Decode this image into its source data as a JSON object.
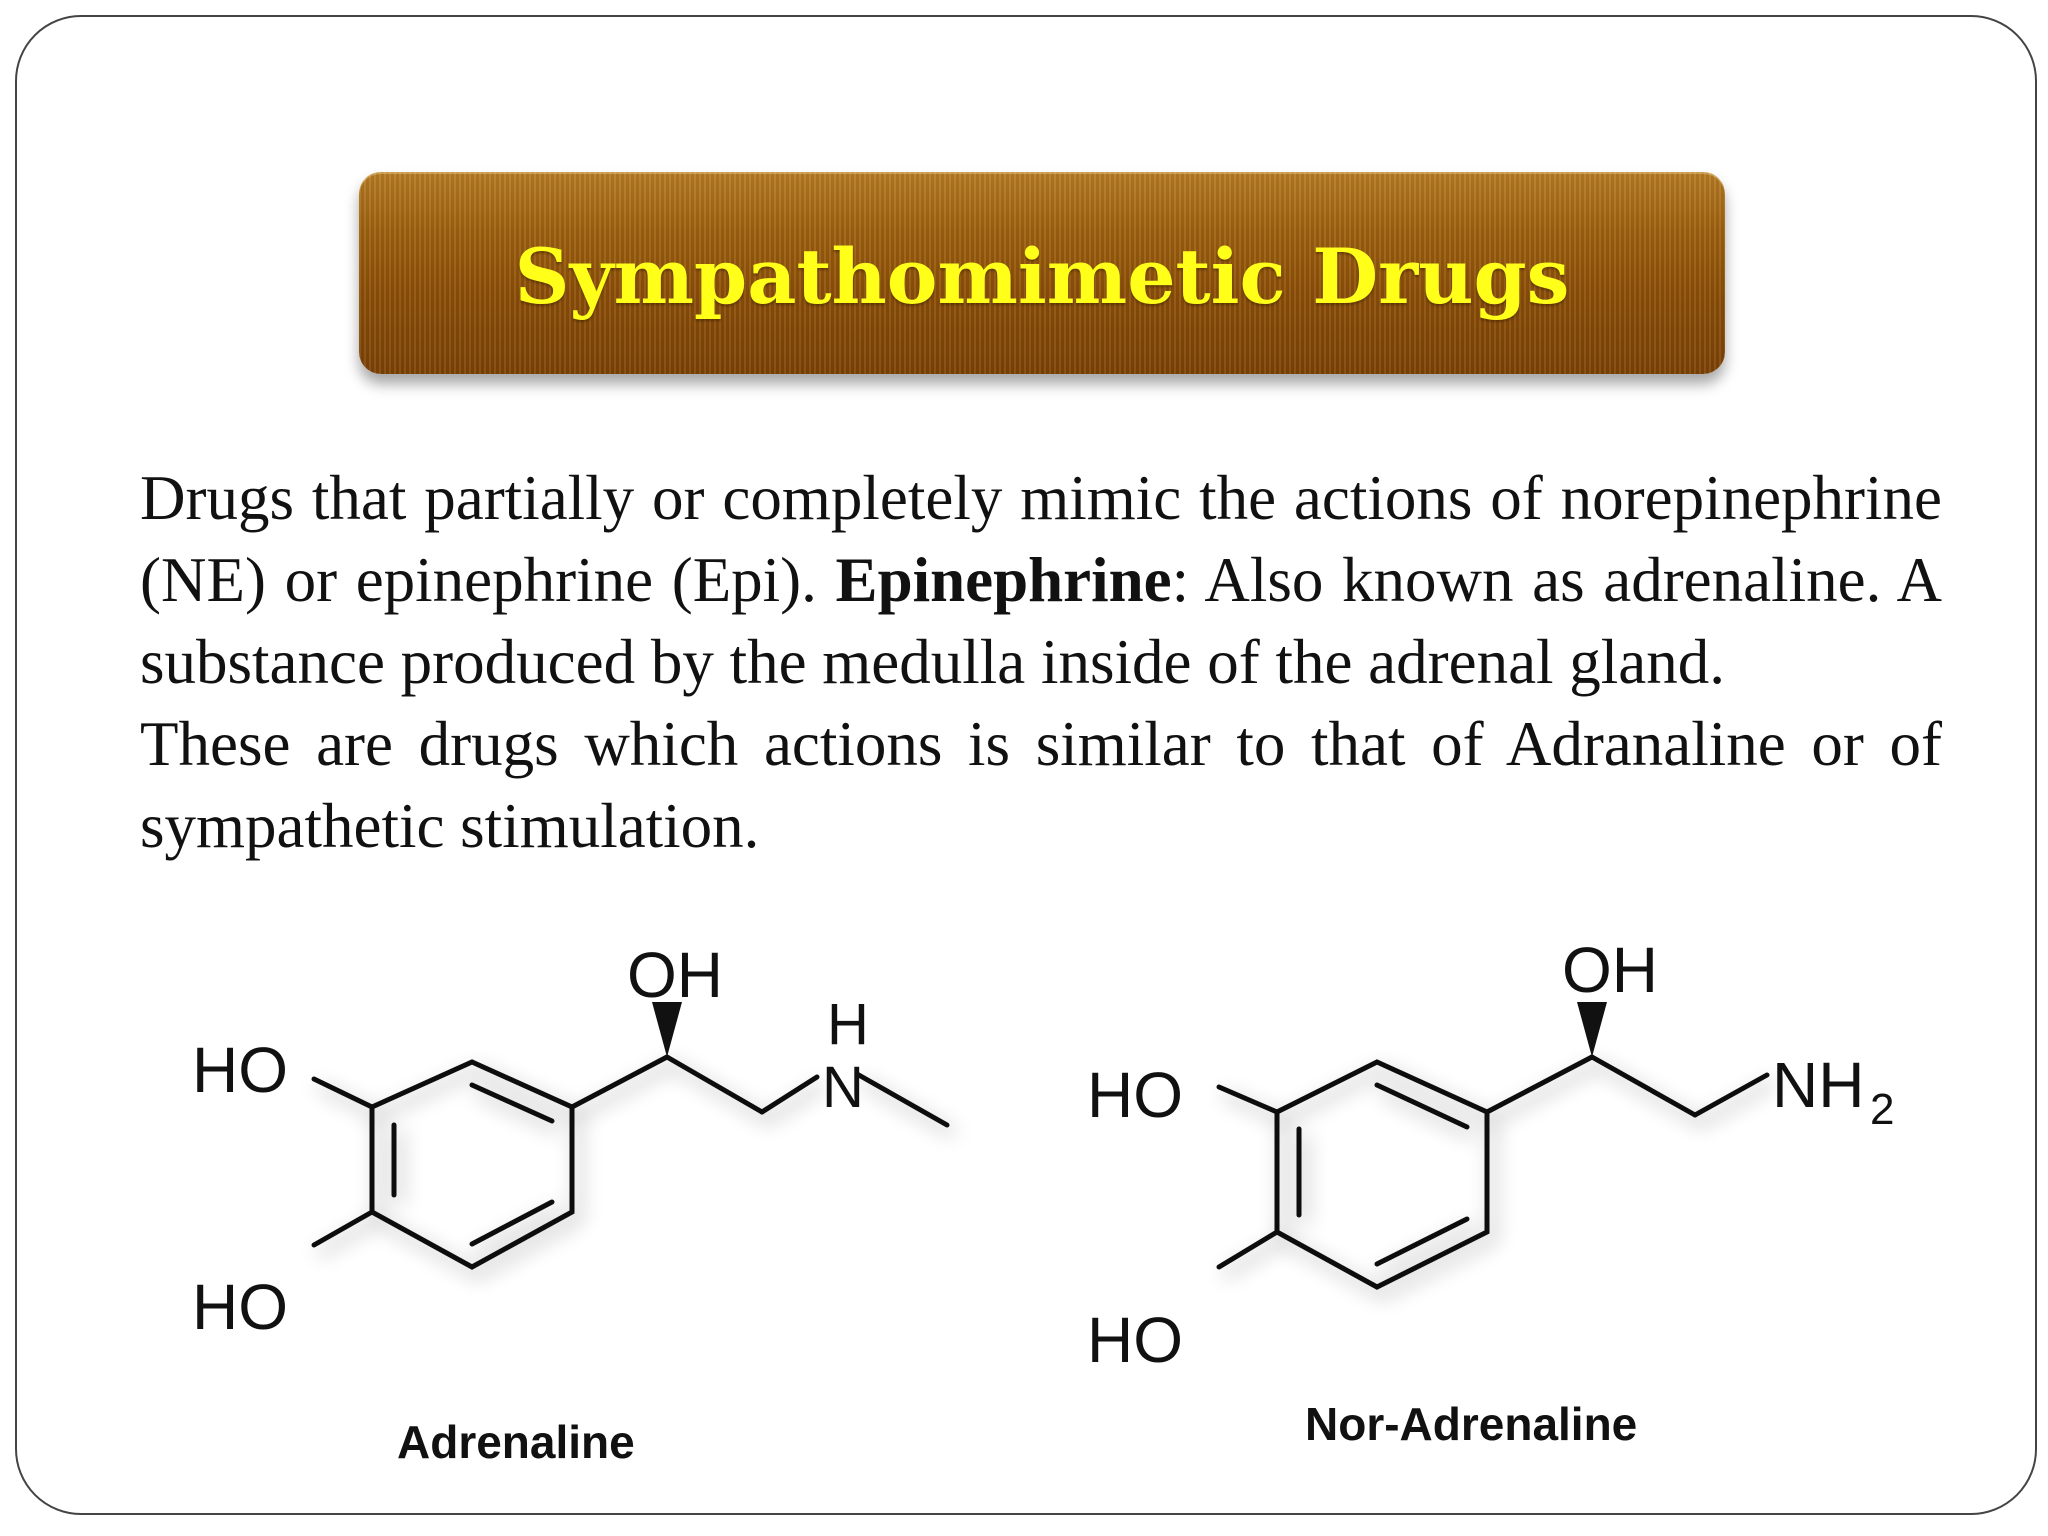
{
  "slide": {
    "title": "Sympathomimetic Drugs",
    "paragraph1": {
      "before": "Drugs that partially or completely mimic the actions of norepinephrine (NE) or epinephrine (Epi). ",
      "bold": "Epinephrine",
      "after": ": Also known as adrenaline. A substance produced by the medulla inside of the adrenal gland."
    },
    "paragraph2": "These are drugs which actions is similar to that of Adranaline or of sympathetic stimulation."
  },
  "molecules": {
    "adrenaline": {
      "name": "Adrenaline",
      "ho_top": "HO",
      "ho_bottom": "HO",
      "oh": "OH",
      "nh_h": "H",
      "nh_n": "N"
    },
    "noradrenaline": {
      "name": "Nor-Adrenaline",
      "ho_top": "HO",
      "ho_bottom": "HO",
      "oh": "OH",
      "nh2_main": "NH",
      "nh2_sub": "2"
    }
  }
}
